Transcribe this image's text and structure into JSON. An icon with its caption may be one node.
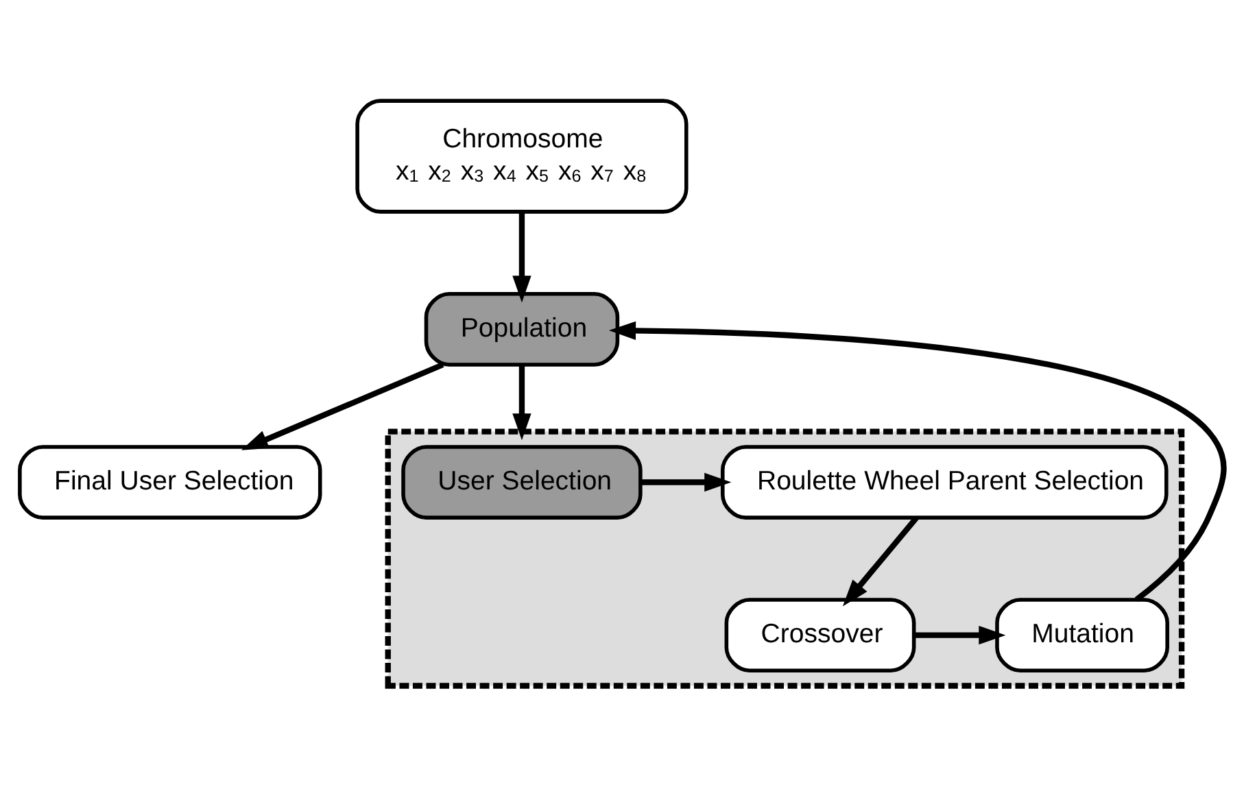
{
  "diagram": {
    "nodes": [
      {
        "text": [
          "Chromosome",
          "x$_{1}$ x$_{2}$ x$_{3}$ x$_{4}$ x$_{5}$ x$_{6}$ x$_{7}$ x$_{8}$"
        ]
      },
      {
        "text": [
          "Final User Selection"
        ]
      },
      {
        "text": [
          "Population"
        ]
      },
      {
        "text": [],
        "shape": "box"
      },
      {
        "text": [
          "User Selection"
        ],
        "in": 3
      },
      {
        "text": [
          "Roulette Wheel Parent Selection"
        ],
        "in": 3
      },
      {
        "text": [
          "Crossover"
        ],
        "in": 3
      },
      {
        "text": [
          "Mutation"
        ],
        "in": 3
      }
    ],
    "edges": [
      {
        "from": 0,
        "to": 2,
        "arrow": "to"
      },
      {
        "from": 2,
        "to": 1,
        "arrow": "to"
      },
      {
        "from": 2,
        "to": 3,
        "arrow": "to"
      },
      {
        "from": 4,
        "to": 5,
        "arrow": "to"
      },
      {
        "from": 5,
        "to": 6,
        "arrow": "to"
      },
      {
        "from": 6,
        "to": 7,
        "arrow": "to"
      },
      {
        "from": 7,
        "to": 2,
        "arrow": "to"
      }
    ]
  }
}
